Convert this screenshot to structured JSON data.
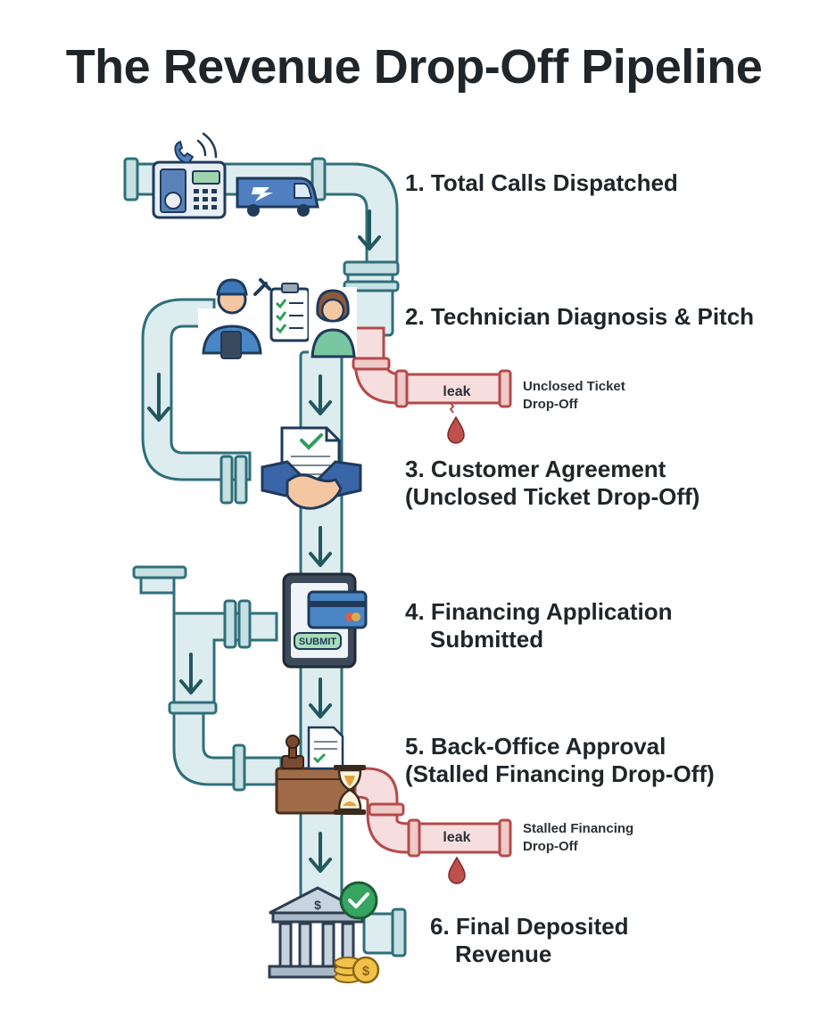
{
  "title": "The Revenue Drop-Off Pipeline",
  "stages": [
    {
      "line1": "1. Total Calls Dispatched",
      "line2": ""
    },
    {
      "line1": "2. Technician Diagnosis & Pitch",
      "line2": ""
    },
    {
      "line1": "3. Customer Agreement",
      "line2": "(Unclosed Ticket Drop-Off)"
    },
    {
      "line1": "4. Financing Application",
      "line2": "Submitted"
    },
    {
      "line1": "5. Back-Office Approval",
      "line2": "(Stalled Financing Drop-Off)"
    },
    {
      "line1": "6. Final Deposited",
      "line2": "Revenue"
    }
  ],
  "leaks": [
    {
      "tag": "leak",
      "line1": "Unclosed Ticket",
      "line2": "Drop-Off"
    },
    {
      "tag": "leak",
      "line1": "Stalled Financing",
      "line2": "Drop-Off"
    }
  ],
  "submit_label": "SUBMIT",
  "icons": [
    "phone-icon",
    "van-icon",
    "technician-icon",
    "clipboard-icon",
    "customer-icon",
    "document-check-icon",
    "handshake-icon",
    "tablet-card-icon",
    "stamp-icon",
    "hourglass-icon",
    "bank-icon",
    "check-badge-icon",
    "coins-icon",
    "droplet-icon",
    "down-arrow-icon"
  ],
  "colors": {
    "pipe_fill": "#dcecef",
    "pipe_stroke": "#2f6f79",
    "leak_pipe_fill": "#f6dede",
    "leak_pipe_stroke": "#b54a4a",
    "arrow": "#21575f",
    "text": "#1f2529",
    "drop": "#c0504d"
  }
}
